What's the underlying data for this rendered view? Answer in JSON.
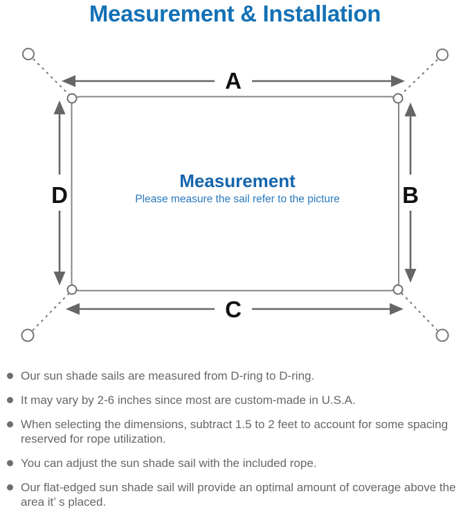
{
  "title": "Measurement & Installation",
  "colors": {
    "title_blue": "#1371b6",
    "center_title_blue": "#1565ad",
    "center_subtitle_blue": "#2878bd",
    "bullet_text_gray": "#666666",
    "diagram_line_gray": "#777777",
    "dimension_label_black": "#111111"
  },
  "diagram": {
    "dimension_labels": {
      "top": "A",
      "right": "B",
      "bottom": "C",
      "left": "D"
    },
    "center_title": "Measurement",
    "center_subtitle": "Please measure the sail refer to the picture"
  },
  "bullets": [
    "Our sun shade sails are measured from D-ring to D-ring.",
    "It may vary by 2-6 inches since most are custom-made in U.S.A.",
    "When selecting the dimensions, subtract 1.5 to 2 feet to account for some spacing reserved for rope utilization.",
    "You can adjust the sun shade sail with the included rope.",
    "Our flat-edged sun shade sail will provide an optimal amount of coverage above the area it’ s placed."
  ]
}
